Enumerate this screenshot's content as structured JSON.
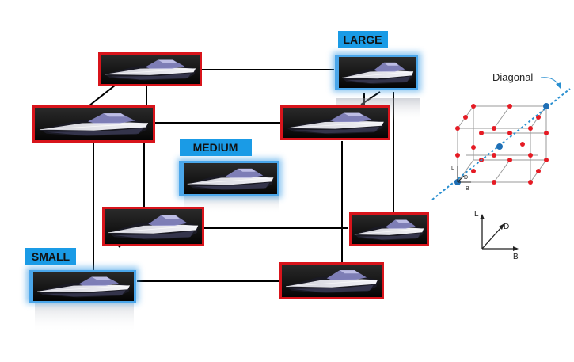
{
  "labels": {
    "large": "LARGE",
    "medium": "MEDIUM",
    "small": "SMALL"
  },
  "diagram": {
    "diagonal_label": "Diagonal",
    "axis_small": {
      "l": "L",
      "d": "D",
      "b": "B"
    },
    "axis_big": {
      "l": "L",
      "d": "D",
      "b": "B"
    }
  },
  "colors": {
    "frame_red": "#d8141b",
    "frame_blue": "#3d9ee6",
    "label_bg": "#1a9be6",
    "lattice_dot": "#e51b24",
    "diagonal_dot": "#1f6fb5",
    "diagonal_line": "#2a8fd0"
  }
}
